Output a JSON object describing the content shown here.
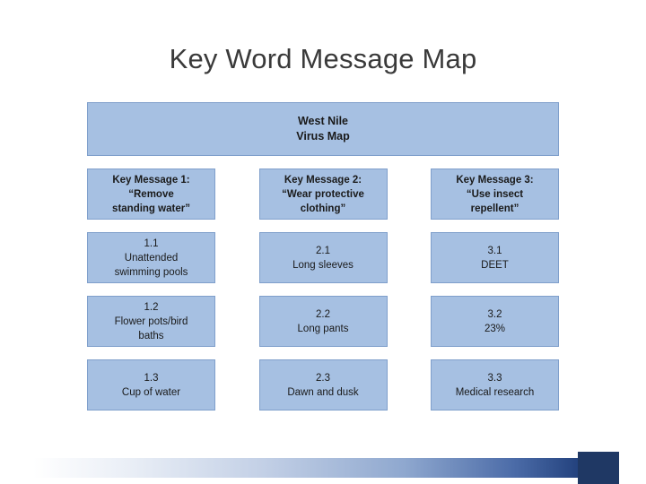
{
  "slide": {
    "title": "Key Word Message Map",
    "banner": {
      "line1": "West Nile",
      "line2": "Virus Map"
    },
    "key_messages": [
      {
        "line1": "Key Message 1:",
        "line2": "“Remove",
        "line3": "standing water”"
      },
      {
        "line1": "Key Message 2:",
        "line2": "“Wear protective",
        "line3": "clothing”"
      },
      {
        "line1": "Key Message 3:",
        "line2": "“Use insect",
        "line3": "repellent”"
      }
    ],
    "supporting_rows": [
      [
        {
          "line1": "1.1",
          "line2": "Unattended",
          "line3": "swimming pools"
        },
        {
          "line1": "2.1",
          "line2": "Long sleeves",
          "line3": ""
        },
        {
          "line1": "3.1",
          "line2": "DEET",
          "line3": ""
        }
      ],
      [
        {
          "line1": "1.2",
          "line2": "Flower pots/bird",
          "line3": "baths"
        },
        {
          "line1": "2.2",
          "line2": "Long pants",
          "line3": ""
        },
        {
          "line1": "3.2",
          "line2": "23%",
          "line3": ""
        }
      ],
      [
        {
          "line1": "1.3",
          "line2": "Cup of water",
          "line3": ""
        },
        {
          "line1": "2.3",
          "line2": "Dawn and dusk",
          "line3": ""
        },
        {
          "line1": "3.3",
          "line2": "Medical research",
          "line3": ""
        }
      ]
    ],
    "colors": {
      "box_fill": "#a6c0e2",
      "box_border": "#7f9fcb",
      "title_text": "#3a3a3a",
      "footer_accent": "#1f3864"
    }
  }
}
